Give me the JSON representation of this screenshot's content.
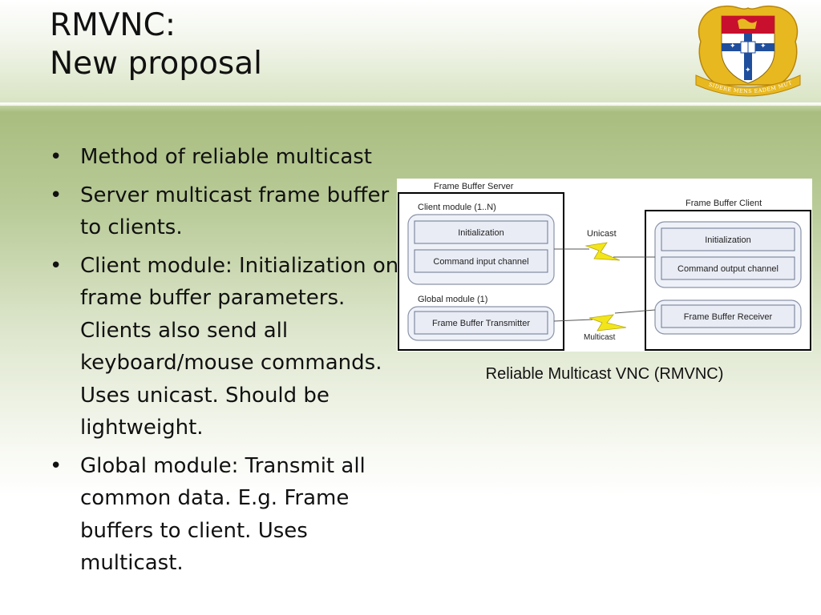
{
  "slide": {
    "title_line1": "RMVNC:",
    "title_line2": "New proposal",
    "bullets": [
      "Method of reliable multicast",
      "Server multicast frame buffer to clients.",
      "Client module: Initialization on frame buffer parameters. Clients also send all keyboard/mouse commands. Uses unicast. Should be lightweight.",
      "Global module: Transmit all common data. E.g. Frame buffers to client. Uses multicast."
    ],
    "bullet_symbol": "•",
    "crest_motto": "SIDERE MENS EADEM MUTATO"
  },
  "diagram": {
    "server_title": "Frame Buffer Server",
    "client_module_label": "Client module (1..N)",
    "client_init": "Initialization",
    "command_input": "Command input channel",
    "global_module_label": "Global module (1)",
    "transmitter": "Frame Buffer Transmitter",
    "client_title": "Frame Buffer Client",
    "client_side_init": "Initialization",
    "command_output": "Command output channel",
    "receiver": "Frame Buffer Receiver",
    "unicast_label": "Unicast",
    "multicast_label": "Multicast",
    "caption": "Reliable Multicast VNC (RMVNC)"
  },
  "colors": {
    "crest_red": "#c8102e",
    "crest_gold": "#e8b820",
    "crest_blue": "#1f4e9c",
    "lightning": "#f2e51c"
  }
}
